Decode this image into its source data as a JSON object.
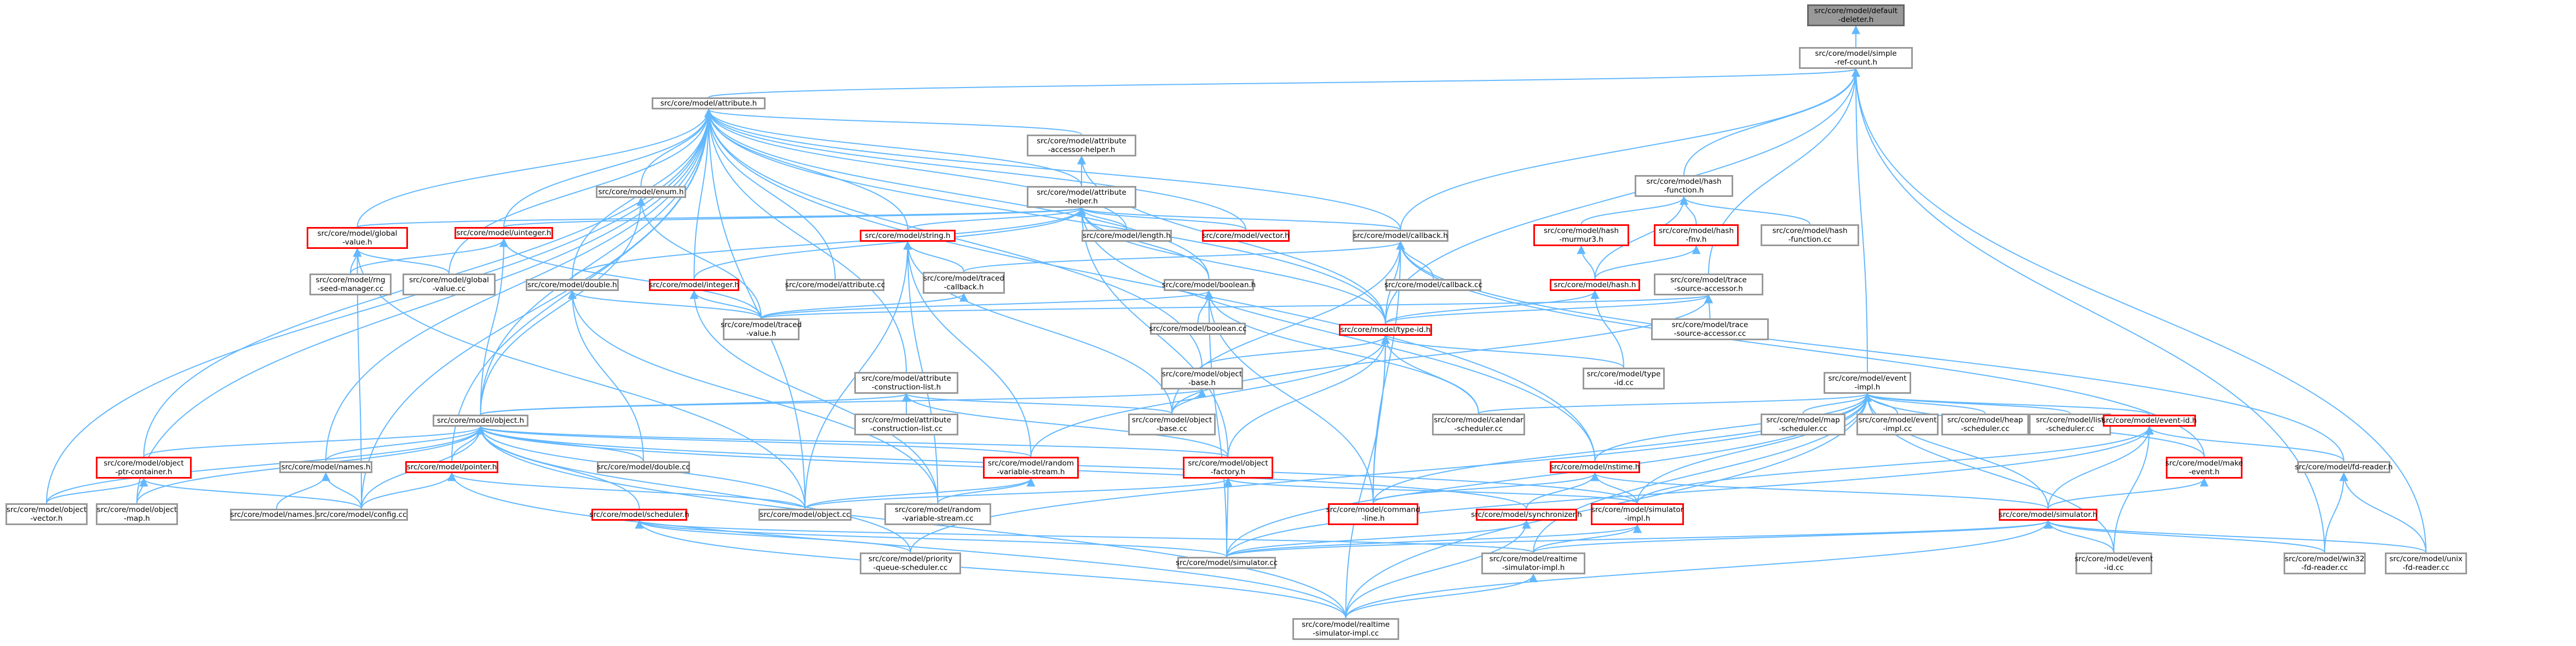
{
  "graph": {
    "edge_color": "#63b8ff",
    "nodes": {
      "deleter": {
        "label": "src/core/model/default\n-deleter.h"
      },
      "simple_ref_count": {
        "label": "src/core/model/simple\n-ref-count.h"
      },
      "attribute_h": {
        "label": "src/core/model/attribute.h"
      },
      "hash_function_h": {
        "label": "src/core/model/hash\n-function.h"
      },
      "attr_acc_helper_h": {
        "label": "src/core/model/attribute\n-accessor-helper.h"
      },
      "enum_h": {
        "label": "src/core/model/enum.h"
      },
      "attr_helper_h": {
        "label": "src/core/model/attribute\n-helper.h"
      },
      "hash_murmur3_h": {
        "label": "src/core/model/hash\n-murmur3.h"
      },
      "hash_fnv_h": {
        "label": "src/core/model/hash\n-fnv.h"
      },
      "hash_function_cc": {
        "label": "src/core/model/hash\n-function.cc"
      },
      "global_value_h": {
        "label": "src/core/model/global\n-value.h"
      },
      "uinteger_h": {
        "label": "src/core/model/uinteger.h"
      },
      "string_h": {
        "label": "src/core/model/string.h"
      },
      "length_h": {
        "label": "src/core/model/length.h"
      },
      "vector_h": {
        "label": "src/core/model/vector.h"
      },
      "callback_h": {
        "label": "src/core/model/callback.h"
      },
      "hash_h": {
        "label": "src/core/model/hash.h"
      },
      "rng_seed_cc": {
        "label": "src/core/model/rng\n-seed-manager.cc"
      },
      "global_value_cc": {
        "label": "src/core/model/global\n-value.cc"
      },
      "double_h": {
        "label": "src/core/model/double.h"
      },
      "integer_h": {
        "label": "src/core/model/integer.h"
      },
      "attribute_cc": {
        "label": "src/core/model/attribute.cc"
      },
      "traced_callback_h": {
        "label": "src/core/model/traced\n-callback.h"
      },
      "boolean_h": {
        "label": "src/core/model/boolean.h"
      },
      "callback_cc": {
        "label": "src/core/model/callback.cc"
      },
      "trace_source_h": {
        "label": "src/core/model/trace\n-source-accessor.h"
      },
      "boolean_cc": {
        "label": "src/core/model/boolean.cc"
      },
      "traced_value_h": {
        "label": "src/core/model/traced\n-value.h"
      },
      "type_id_h": {
        "label": "src/core/model/type-id.h"
      },
      "trace_source_cc": {
        "label": "src/core/model/trace\n-source-accessor.cc"
      },
      "attr_construct_h": {
        "label": "src/core/model/attribute\n-construction-list.h"
      },
      "object_base_h": {
        "label": "src/core/model/object\n-base.h"
      },
      "type_id_cc": {
        "label": "src/core/model/type\n-id.cc"
      },
      "event_impl_h": {
        "label": "src/core/model/event\n-impl.h"
      },
      "object_h": {
        "label": "src/core/model/object.h"
      },
      "attr_construct_cc": {
        "label": "src/core/model/attribute\n-construction-list.cc"
      },
      "object_base_cc": {
        "label": "src/core/model/object\n-base.cc"
      },
      "calendar_cc": {
        "label": "src/core/model/calendar\n-scheduler.cc"
      },
      "map_scheduler_cc": {
        "label": "src/core/model/map\n-scheduler.cc"
      },
      "event_impl_cc": {
        "label": "src/core/model/event\n-impl.cc"
      },
      "heap_scheduler_cc": {
        "label": "src/core/model/heap\n-scheduler.cc"
      },
      "list_scheduler_cc": {
        "label": "src/core/model/list\n-scheduler.cc"
      },
      "event_id_h": {
        "label": "src/core/model/event-id.h"
      },
      "obj_ptr_container_h": {
        "label": "src/core/model/object\n-ptr-container.h"
      },
      "names_h": {
        "label": "src/core/model/names.h"
      },
      "pointer_h": {
        "label": "src/core/model/pointer.h"
      },
      "double_cc": {
        "label": "src/core/model/double.cc"
      },
      "random_stream_h": {
        "label": "src/core/model/random\n-variable-stream.h"
      },
      "object_factory_h": {
        "label": "src/core/model/object\n-factory.h"
      },
      "nstime_h": {
        "label": "src/core/model/nstime.h"
      },
      "make_event_h": {
        "label": "src/core/model/make\n-event.h"
      },
      "fd_reader_h": {
        "label": "src/core/model/fd-reader.h"
      },
      "object_vector_cc": {
        "label": "src/core/model/object\n-vector.h"
      },
      "object_map_h": {
        "label": "src/core/model/object\n-map.h"
      },
      "names_cc": {
        "label": "src/core/model/names.cc"
      },
      "config_cc": {
        "label": "src/core/model/config.cc"
      },
      "scheduler_h": {
        "label": "src/core/model/scheduler.h"
      },
      "object_cc": {
        "label": "src/core/model/object.cc"
      },
      "random_stream_cc": {
        "label": "src/core/model/random\n-variable-stream.cc"
      },
      "command_line_h": {
        "label": "src/core/model/command\n-line.h"
      },
      "synchronizer_h": {
        "label": "src/core/model/synchronizer.h"
      },
      "simulator_impl_h": {
        "label": "src/core/model/simulator\n-impl.h"
      },
      "simulator_h": {
        "label": "src/core/model/simulator.h"
      },
      "priority_queue_cc": {
        "label": "src/core/model/priority\n-queue-scheduler.cc"
      },
      "simulator_cc": {
        "label": "src/core/model/simulator.cc"
      },
      "realtime_impl_h": {
        "label": "src/core/model/realtime\n-simulator-impl.h"
      },
      "event_id_cc": {
        "label": "src/core/model/event\n-id.cc"
      },
      "win32_fd_reader_cc": {
        "label": "src/core/model/win32\n-fd-reader.cc"
      },
      "unix_fd_reader_cc": {
        "label": "src/core/model/unix\n-fd-reader.cc"
      },
      "realtime_impl_cc": {
        "label": "src/core/model/realtime\n-simulator-impl.cc"
      }
    }
  }
}
